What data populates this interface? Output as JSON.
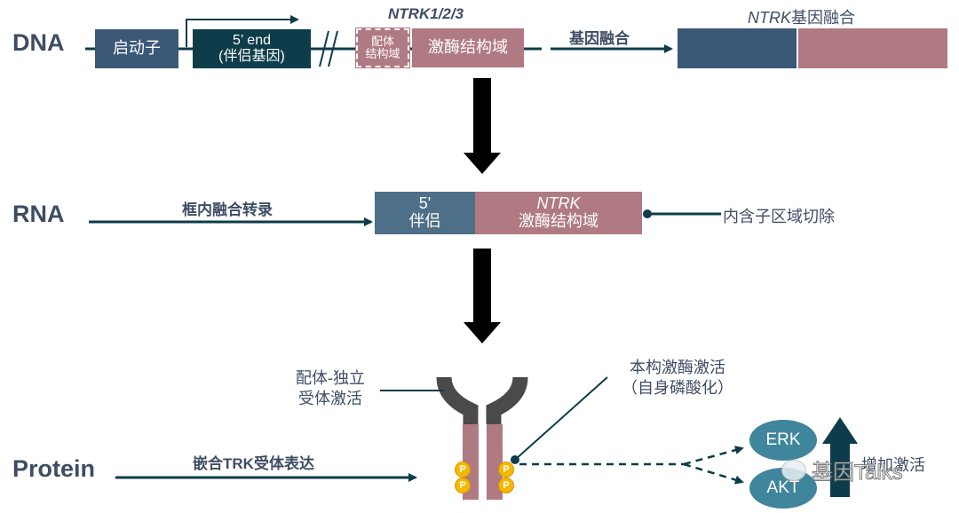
{
  "stages": {
    "dna": "DNA",
    "rna": "RNA",
    "protein": "Protein"
  },
  "dna": {
    "promoter": "启动子",
    "five_end_line1": "5’ end",
    "five_end_line2": "(伴侣基因)",
    "gene_title": "NTRK1/2/3",
    "ligand_domain_line1": "配体",
    "ligand_domain_line2": "结构域",
    "kinase_domain": "激酶结构域",
    "fusion_arrow_label": "基因融合",
    "fusion_title_italic": "NTRK",
    "fusion_title_rest": "基因融合"
  },
  "rna": {
    "transcription_label": "框内融合转录",
    "partner_line1": "5'",
    "partner_line2": "伴侣",
    "ntrk_line1": "NTRK",
    "ntrk_line2": "激酶结构域",
    "intron_label": "内含子区域切除"
  },
  "protein": {
    "expression_label": "嵌合TRK受体表达",
    "ligand_independent_line1": "配体-独立",
    "ligand_independent_line2": "受体激活",
    "constitutive_line1": "本构激酶激活",
    "constitutive_line2": "（自身磷酸化）",
    "phospho_symbol": "P",
    "erk": "ERK",
    "akt": "AKT",
    "increase_label": "增加激活"
  },
  "watermark": "基因Talks",
  "colors": {
    "slate": "#3b5877",
    "teal_dark": "#0d3c4a",
    "rose": "#b07a82",
    "steel": "#4e6f88",
    "ellipse": "#3f859c",
    "receptor_gray": "#4a4a4a",
    "phospho": "#f5b800"
  }
}
